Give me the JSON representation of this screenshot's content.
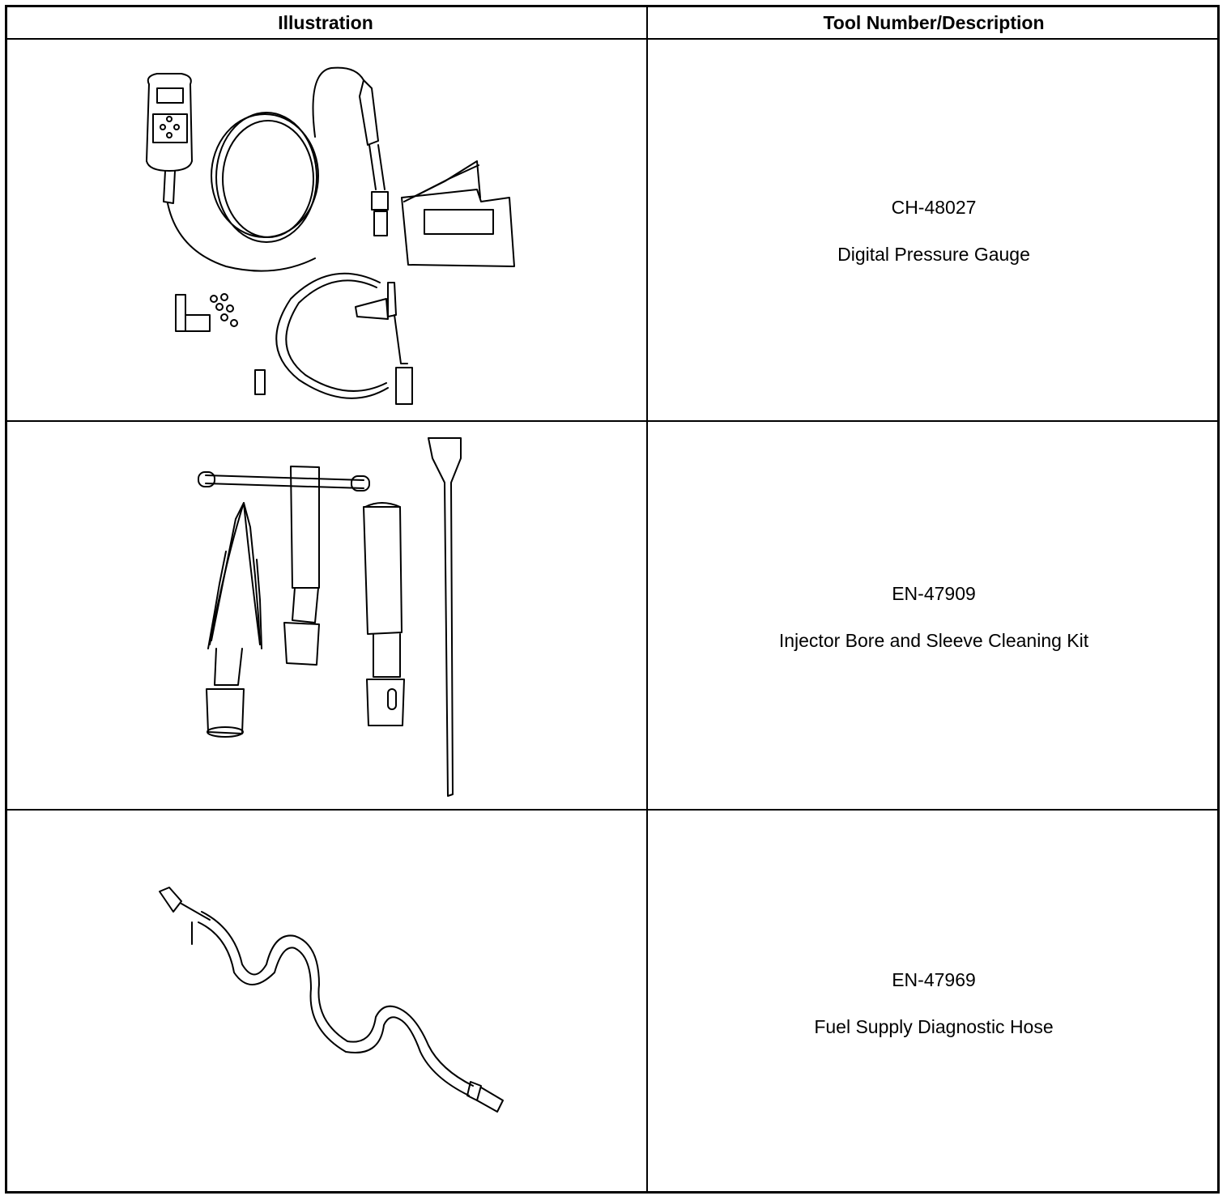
{
  "table": {
    "headers": [
      "Illustration",
      "Tool Number/Description"
    ],
    "rows": [
      {
        "tool_number": "CH-48027",
        "description": "Digital Pressure Gauge"
      },
      {
        "tool_number": "EN-47909",
        "description": "Injector Bore and Sleeve Cleaning Kit"
      },
      {
        "tool_number": "EN-47969",
        "description": "Fuel Supply Diagnostic Hose"
      }
    ]
  }
}
